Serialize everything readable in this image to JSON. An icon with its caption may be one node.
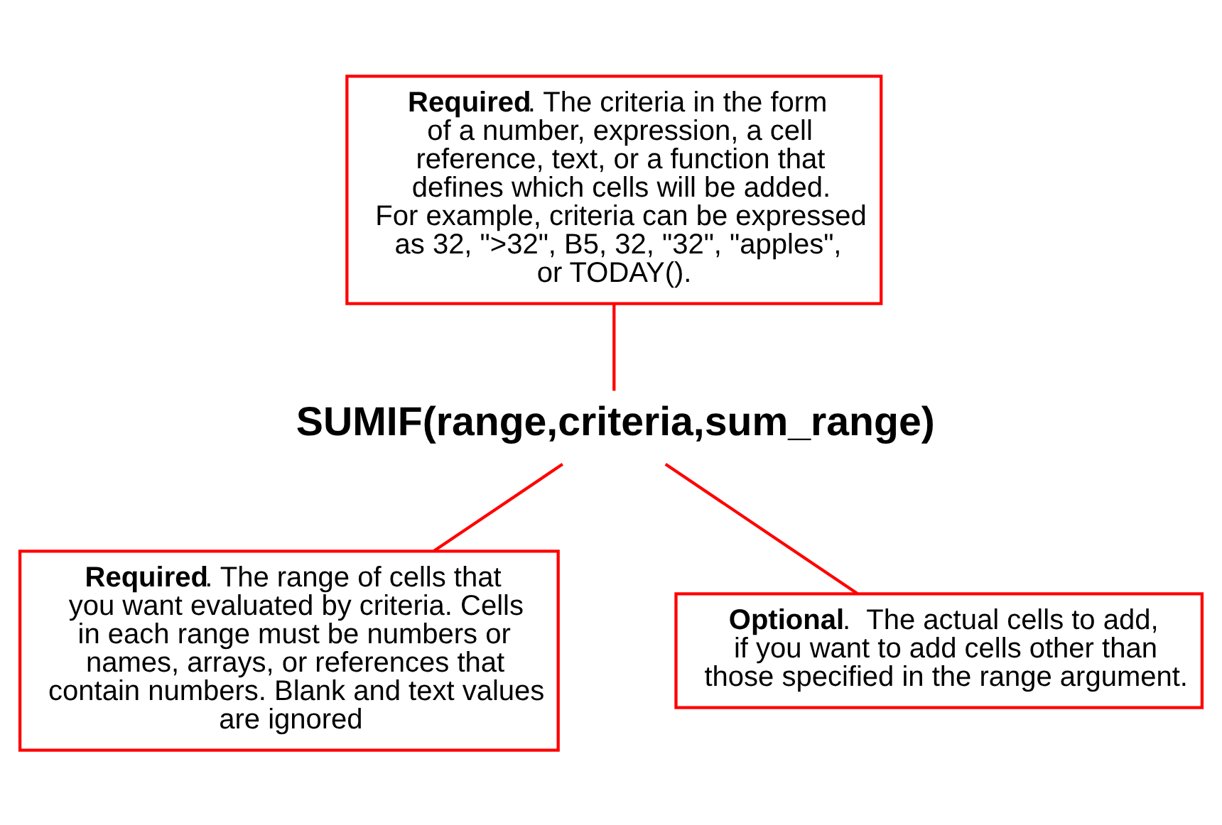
{
  "diagram": {
    "nodes": [
      {
        "text": [
          "**Required**. The criteria in the form of a number, expression, a cell reference, text, or a function that defines which cells will be added.  For example, criteria can be expressed as 32, \">32\", B5, 32, \"32\", \"apples\", or TODAY()."
        ]
      },
      {
        "text": [
          "SUMIF(range,criteria,sum_range)"
        ]
      },
      {
        "text": [
          "**Required**. The range of cells that you want evaluated by criteria. Cells in each range must be numbers or names, arrays, or references that contain numbers. Blank and text values are ignored"
        ]
      },
      {
        "text": [
          "**Optional**.  The actual cells to add, if you want to add cells other than those specified in the range argument."
        ]
      }
    ],
    "edges": [
      {
        "from": 0,
        "to": 1,
        "arrow": "none"
      },
      {
        "from": 1,
        "to": 2,
        "arrow": "none"
      },
      {
        "from": 1,
        "to": 3,
        "arrow": "none"
      }
    ]
  }
}
